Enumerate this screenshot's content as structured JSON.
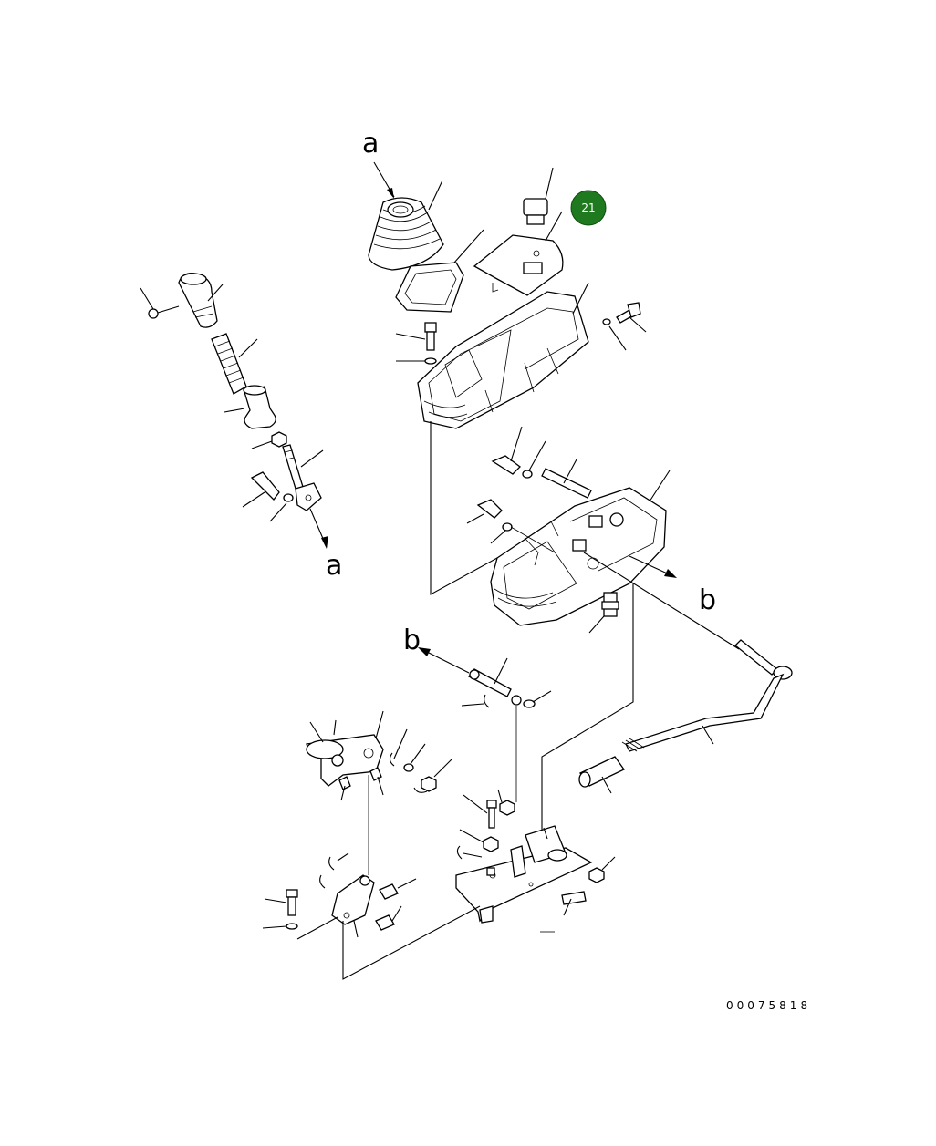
{
  "diagram": {
    "labels": {
      "a_top": "a",
      "a_bottom": "a",
      "b_right": "b",
      "b_left": "b"
    },
    "callout_badge": {
      "number": "21",
      "color": "#1f7a1f"
    },
    "drawing_number": "00075818"
  }
}
